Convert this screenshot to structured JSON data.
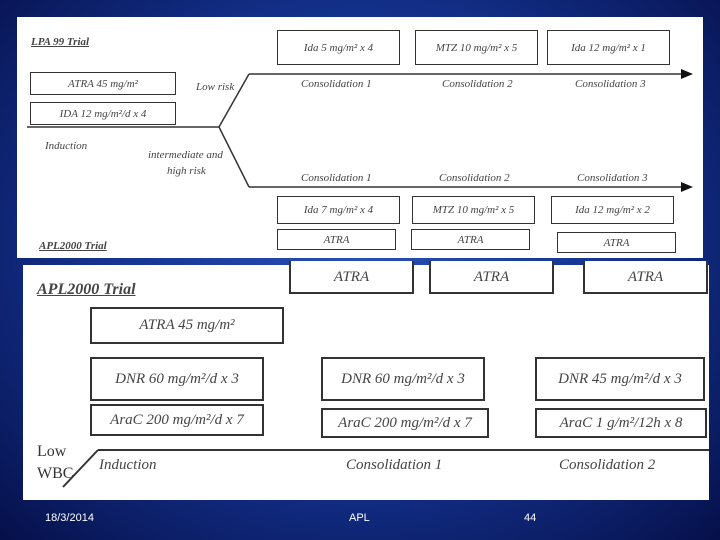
{
  "top": {
    "trial_label": "LPA 99 Trial",
    "bottom_trial_label": "APL2000 Trial",
    "induction_boxes": [
      "ATRA 45 mg/m²",
      "IDA 12 mg/m²/d x 4"
    ],
    "induction_label": "Induction",
    "low_risk_label": "Low risk",
    "high_risk_label_1": "intermediate and",
    "high_risk_label_2": "high risk",
    "low_risk_boxes": [
      "Ida 5 mg/m² x 4",
      "MTZ 10 mg/m² x 5",
      "Ida 12 mg/m² x 1"
    ],
    "low_risk_phases": [
      "Consolidation 1",
      "Consolidation 2",
      "Consolidation 3"
    ],
    "high_risk_phases": [
      "Consolidation 1",
      "Consolidation 2",
      "Consolidation 3"
    ],
    "high_risk_boxes": [
      "Ida 7 mg/m² x 4",
      "MTZ 10 mg/m² x 5",
      "Ida 12 mg/m² x 2"
    ],
    "high_risk_atra": [
      "ATRA",
      "ATRA",
      "ATRA"
    ]
  },
  "bottom": {
    "trial_label": "APL2000 Trial",
    "top_atra": [
      "ATRA",
      "ATRA",
      "ATRA"
    ],
    "atra_box": "ATRA 45 mg/m²",
    "dnr_boxes": [
      "DNR 60 mg/m²/d x 3",
      "DNR 60 mg/m²/d x 3",
      "DNR 45 mg/m²/d x 3"
    ],
    "arac_boxes": [
      "AraC 200 mg/m²/d x 7",
      "AraC 200 mg/m²/d x 7",
      "AraC 1 g/m²/12h x 8"
    ],
    "low_label": "Low",
    "wbc_label": "WBC",
    "phases": [
      "Induction",
      "Consolidation 1",
      "Consolidation 2"
    ]
  },
  "footer": {
    "date": "18/3/2014",
    "title": "APL",
    "page": "44"
  }
}
